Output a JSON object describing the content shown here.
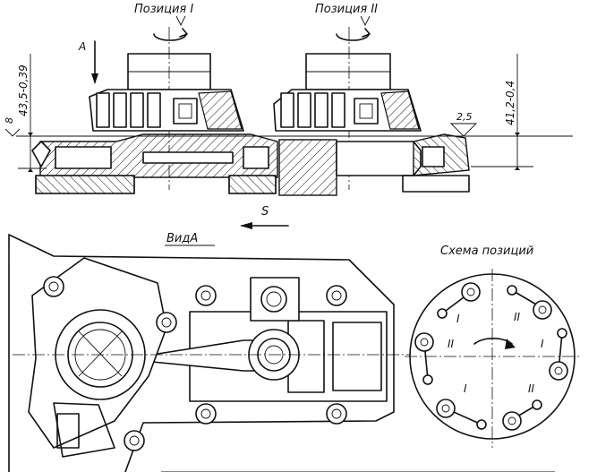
{
  "labels": {
    "position_1": "Позиция I",
    "position_2": "Позиция II",
    "arrow_a": "А",
    "dim_left": "43,5-0,39",
    "roughness_left": "8",
    "dim_right": "41,2-0,4",
    "roughness_right": "2,5",
    "feed": "S",
    "view": "ВидА",
    "scheme_title": "Схема позиций",
    "roman_1": "I",
    "roman_2": "II"
  },
  "colors": {
    "ink": "#111111",
    "paper": "#ffffff"
  }
}
